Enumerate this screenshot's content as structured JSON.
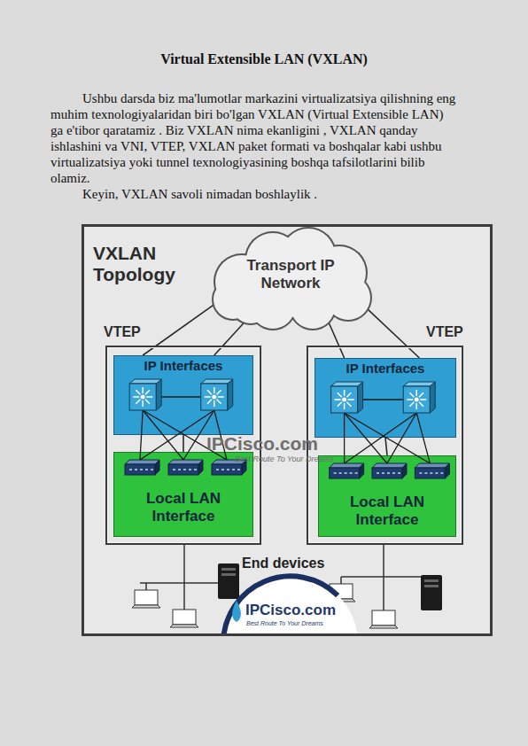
{
  "diagram": {
    "title": "Virtual Extensible LAN (VXLAN)",
    "nodes": [
      {
        "text": [
          "VXLAN Topology"
        ]
      },
      {
        "text": [
          "Transport IP Network"
        ],
        "in": 0
      },
      {
        "text": [
          "VTEP"
        ],
        "in": 0
      },
      {
        "text": [
          "IP Interfaces"
        ],
        "in": 2
      },
      {
        "text": [
          "Local LAN Interface"
        ],
        "in": 2
      },
      {
        "text": [
          "VTEP"
        ],
        "in": 0
      },
      {
        "text": [
          "IP Interfaces"
        ],
        "in": 5
      },
      {
        "text": [
          "Local LAN Interface"
        ],
        "in": 5
      }
    ],
    "edges": [
      {
        "from": 1,
        "to": 3,
        "arrow": "none"
      },
      {
        "from": 1,
        "to": 3,
        "arrow": "none"
      },
      {
        "from": 1,
        "to": 6,
        "arrow": "none"
      },
      {
        "from": 1,
        "to": 6,
        "arrow": "none"
      },
      {
        "from": 3,
        "to": 4,
        "arrow": "none"
      },
      {
        "from": 6,
        "to": 7,
        "arrow": "none"
      }
    ],
    "labels": [
      "Ushbu darsda biz ma'lumotlar markazini virtualizatsiya qilishning eng muhim texnologiyalaridan biri bo'lgan VXLAN (Virtual Extensible LAN) ga e'tibor qaratamiz . Biz VXLAN nima ekanligini , VXLAN qanday ishlashini va VNI, VTEP, VXLAN paket formati va boshqalar kabi ushbu virtualizatsiya yoki tunnel texnologiyasining boshqa tafsilotlarini bilib olamiz.",
      "Keyin, VXLAN savoli nimadan boshlaylik .",
      "IPCisco.com",
      "Best Route To Your Dreams",
      "End devices",
      "IPCisco.com",
      "Best Route To Your Dreams"
    ]
  }
}
